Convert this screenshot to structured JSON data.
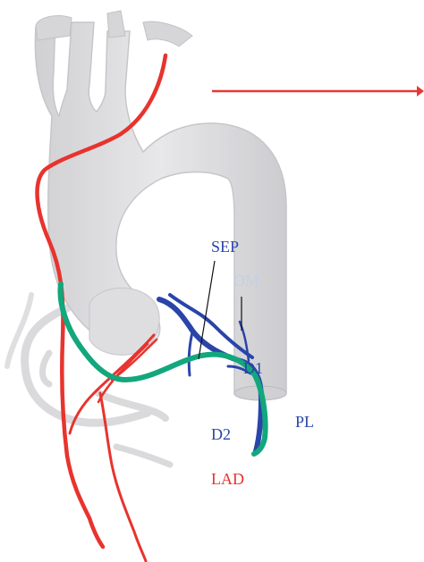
{
  "colors": {
    "background": "#ffffff",
    "vessel": "#d6d6d8",
    "vessel_edge": "#b8b8bc",
    "red": "#e8332e",
    "blue": "#2a45a8",
    "green": "#12a77c",
    "arrow": "#e53935",
    "om_label": "#c3cfe8"
  },
  "labels": {
    "sep": "SEP",
    "om": "OM",
    "d1": "D1",
    "pl": "PL",
    "d2": "D2",
    "lad": "LAD"
  }
}
